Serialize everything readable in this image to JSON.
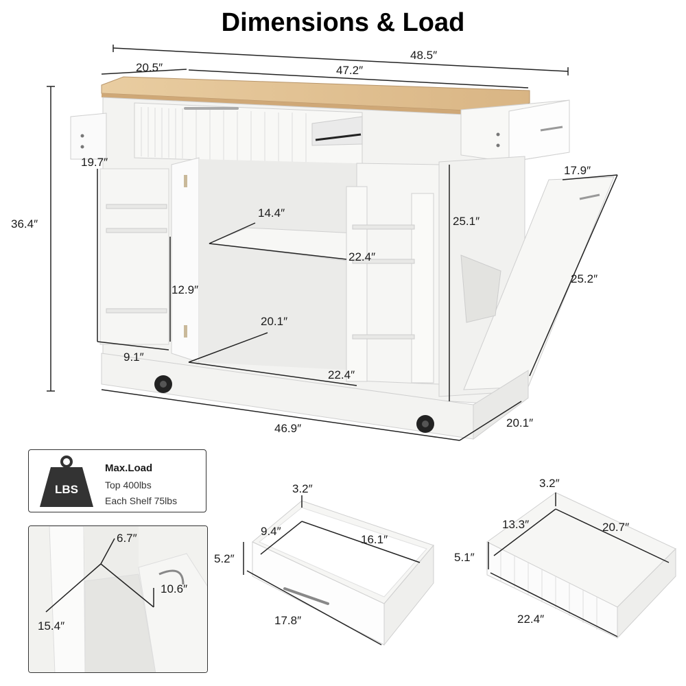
{
  "title": "Dimensions & Load",
  "dimensions": {
    "top_overall_width": "48.5″",
    "top_depth": "20.5″",
    "top_width": "47.2″",
    "overall_height": "36.4″",
    "left_shelf_height": "19.7″",
    "shelf_spacing": "12.9″",
    "left_shelf_width": "9.1″",
    "inner_shelf_depth": "14.4″",
    "inner_shelf_width": "22.4″",
    "cabinet_depth": "20.1″",
    "cabinet_width": "22.4″",
    "cabinet_height": "25.1″",
    "bin_width": "17.9″",
    "bin_height": "25.2″",
    "base_width": "46.9″",
    "base_depth": "20.1″"
  },
  "load": {
    "weight_label": "LBS",
    "title": "Max.Load",
    "top": "Top 400lbs",
    "shelf": "Each Shelf 75lbs"
  },
  "bin_detail": {
    "top_depth": "6.7″",
    "height": "10.6″",
    "width": "15.4″"
  },
  "drawer_left": {
    "wall": "3.2″",
    "depth": "9.4″",
    "inner_width": "16.1″",
    "height": "5.2″",
    "front_width": "17.8″"
  },
  "drawer_right": {
    "wall": "3.2″",
    "depth": "13.3″",
    "inner_width": "20.7″",
    "height": "5.1″",
    "front_width": "22.4″"
  }
}
